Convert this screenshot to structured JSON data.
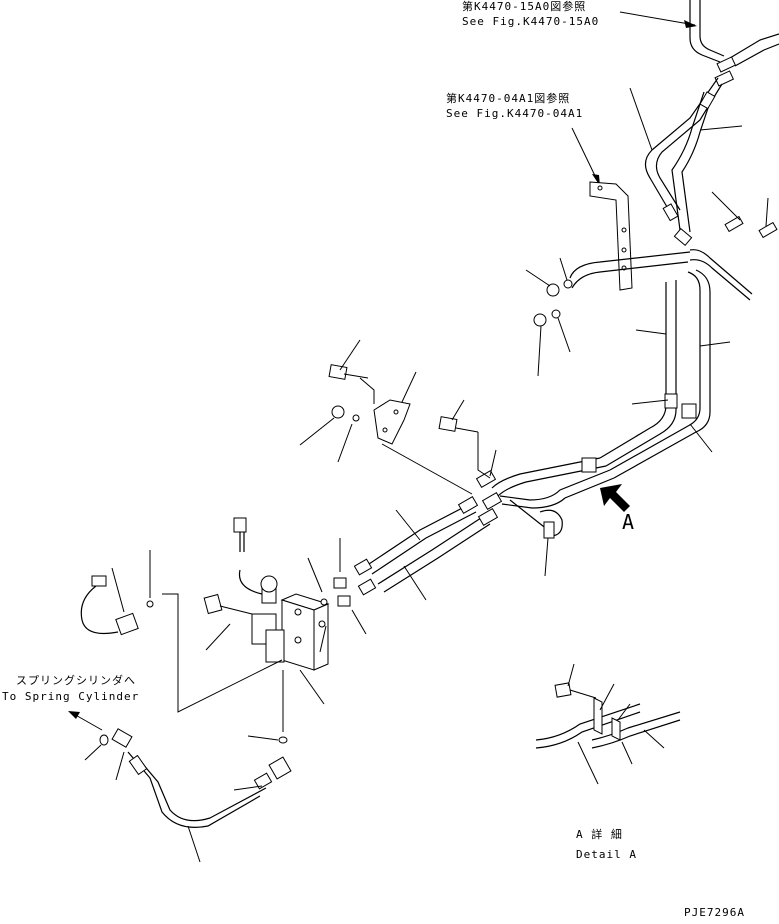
{
  "references": {
    "ref_top": {
      "jp": "第K4470-15A0図参照",
      "en": "See Fig.K4470-15A0"
    },
    "ref_mid": {
      "jp": "第K4470-04A1図参照",
      "en": "See Fig.K4470-04A1"
    }
  },
  "arrow_a_label": "A",
  "spring_cylinder": {
    "jp": "スプリングシリンダへ",
    "en": "To Spring Cylinder"
  },
  "detail": {
    "jp": "A 詳 細",
    "en": "Detail A"
  },
  "figure_code": "PJE7296A"
}
